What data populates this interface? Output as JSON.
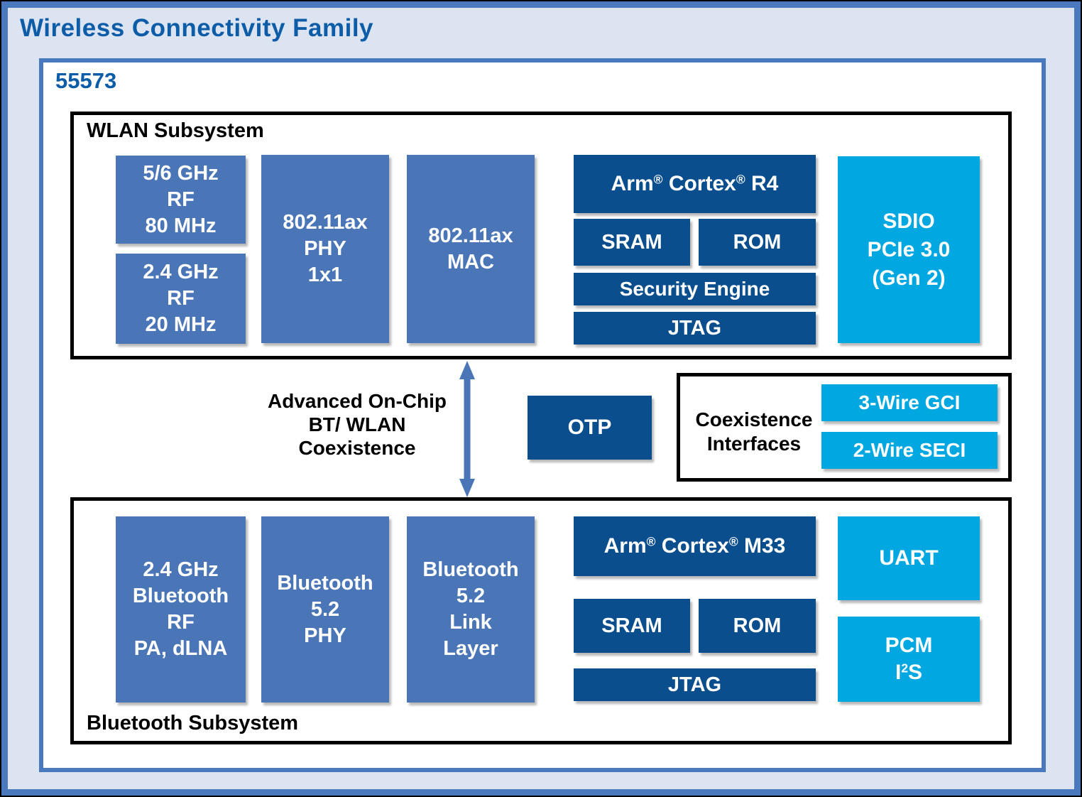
{
  "title": "Wireless Connectivity Family",
  "chip": "55573",
  "colors": {
    "medium-blue": "#4a76b8",
    "dark-blue": "#0b4e8e",
    "cyan": "#00a7e0",
    "heading-blue": "#0d5ca8",
    "frame-blue": "#4a79be",
    "page-bg": "#dce3f1"
  },
  "wlan": {
    "label": "WLAN Subsystem",
    "rf56": {
      "lines": [
        "5/6 GHz",
        "RF",
        "80 MHz"
      ]
    },
    "rf24": {
      "lines": [
        "2.4 GHz",
        "RF",
        "20 MHz"
      ]
    },
    "phy": {
      "lines": [
        "802.11ax",
        "PHY",
        "1x1"
      ]
    },
    "mac": {
      "lines": [
        "802.11ax",
        "MAC"
      ]
    },
    "cpu": {
      "pre": "Arm",
      "reg1": "®",
      "mid": " Cortex",
      "reg2": "®",
      "post": " R4"
    },
    "sram": "SRAM",
    "rom": "ROM",
    "security": "Security Engine",
    "jtag": "JTAG",
    "sdio": {
      "lines": [
        "SDIO",
        "PCIe 3.0",
        "(Gen 2)"
      ]
    }
  },
  "middle": {
    "coex_note": {
      "lines": [
        "Advanced On-Chip",
        "BT/ WLAN",
        "Coexistence"
      ]
    },
    "otp": "OTP",
    "coex_box": {
      "label_lines": [
        "Coexistence",
        "Interfaces"
      ],
      "gci": "3-Wire GCI",
      "seci": "2-Wire SECI"
    }
  },
  "bt": {
    "label": "Bluetooth Subsystem",
    "rf": {
      "lines": [
        "2.4 GHz",
        "Bluetooth",
        "RF",
        "PA, dLNA"
      ]
    },
    "phy": {
      "lines": [
        "Bluetooth",
        "5.2",
        "PHY"
      ]
    },
    "link": {
      "lines": [
        "Bluetooth",
        "5.2",
        "Link",
        "Layer"
      ]
    },
    "cpu": {
      "pre": "Arm",
      "reg1": "®",
      "mid": " Cortex",
      "reg2": "®",
      "post": " M33"
    },
    "sram": "SRAM",
    "rom": "ROM",
    "jtag": "JTAG",
    "uart": "UART",
    "pcm": {
      "line1": "PCM",
      "i": "I",
      "sup2": "2",
      "s": "S"
    }
  }
}
